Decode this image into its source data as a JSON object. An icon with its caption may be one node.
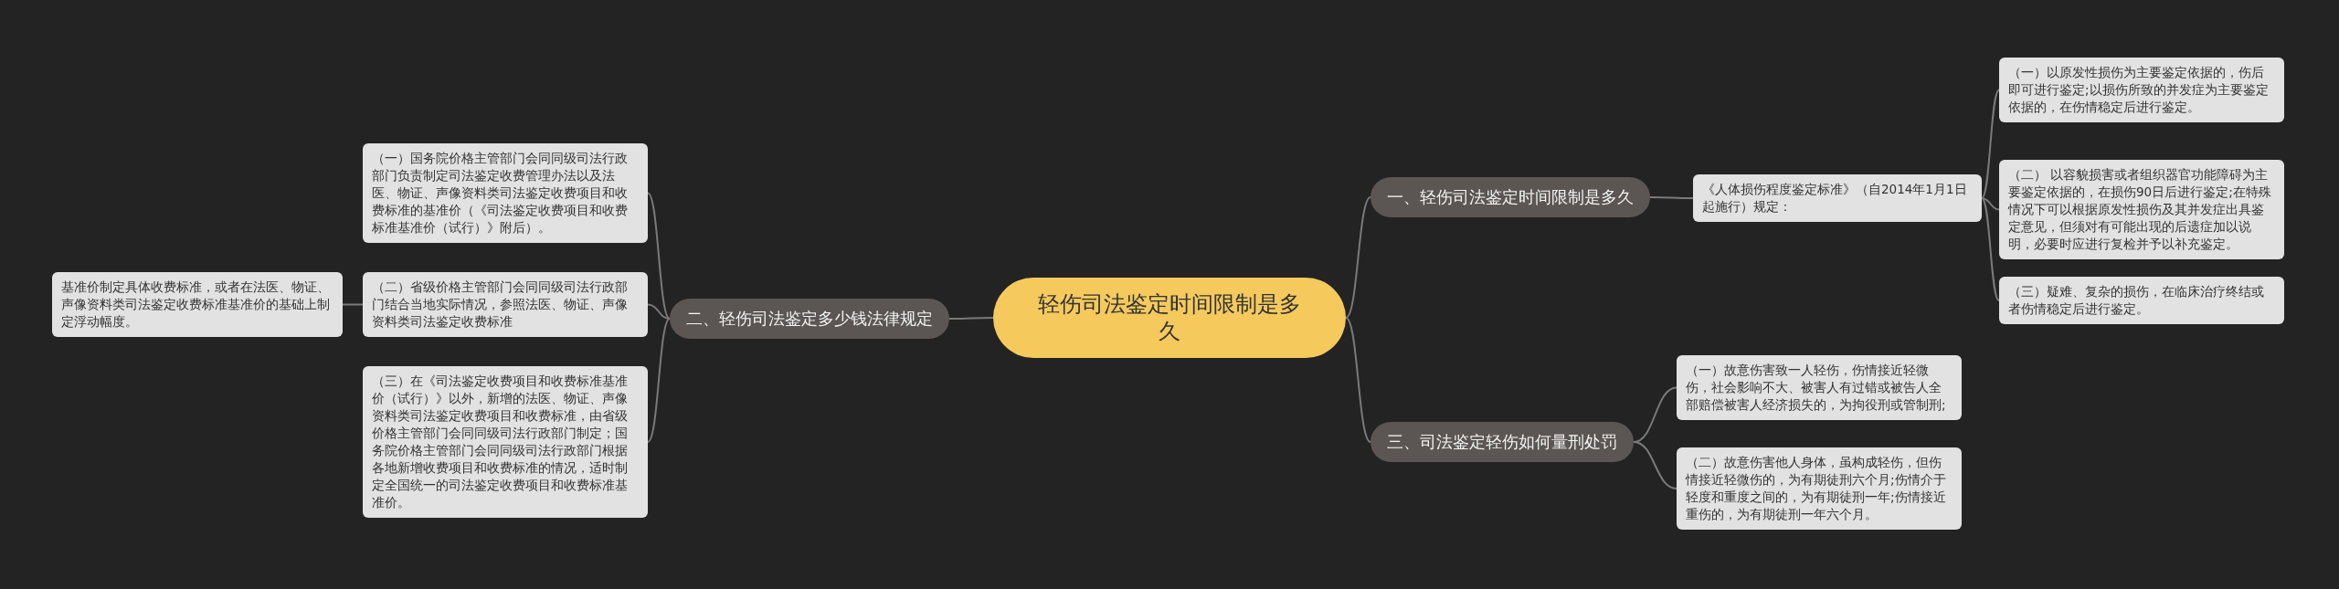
{
  "diagram": {
    "nodes": [
      {
        "text": [
          "轻伤司法鉴定时间限制是多久"
        ]
      },
      {
        "text": [
          "一、轻伤司法鉴定时间限制是多久"
        ]
      },
      {
        "text": [
          "《人体损伤程度鉴定标准》（自2014年1月1日起施行）规定："
        ]
      },
      {
        "text": [
          "（一）以原发性损伤为主要鉴定依据的，伤后即可进行鉴定;以损伤所致的并发症为主要鉴定依据的，在伤情稳定后进行鉴定。"
        ]
      },
      {
        "text": [
          "（二） 以容貌损害或者组织器官功能障碍为主要鉴定依据的，在损伤90日后进行鉴定;在特殊情况下可以根据原发性损伤及其并发症出具鉴定意见，但须对有可能出现的后遗症加以说明，必要时应进行复检并予以补充鉴定。"
        ]
      },
      {
        "text": [
          "（三）疑难、复杂的损伤，在临床治疗终结或者伤情稳定后进行鉴定。"
        ]
      },
      {
        "text": [
          "三、司法鉴定轻伤如何量刑处罚"
        ]
      },
      {
        "text": [
          "（一）故意伤害致一人轻伤，伤情接近轻微伤，社会影响不大、被害人有过错或被告人全部赔偿被害人经济损失的，为拘役刑或管制刑;"
        ]
      },
      {
        "text": [
          "（二）故意伤害他人身体，虽构成轻伤，但伤情接近轻微伤的，为有期徒刑六个月;伤情介于轻度和重度之间的，为有期徒刑一年;伤情接近重伤的，为有期徒刑一年六个月。"
        ]
      },
      {
        "text": [
          "二、轻伤司法鉴定多少钱法律规定"
        ]
      },
      {
        "text": [
          "（一）国务院价格主管部门会同同级司法行政部门负责制定司法鉴定收费管理办法以及法医、物证、声像资料类司法鉴定收费项目和收费标准的基准价（《司法鉴定收费项目和收费标准基准价（试行）》附后）。"
        ]
      },
      {
        "text": [
          "（二）省级价格主管部门会同同级司法行政部门结合当地实际情况，参照法医、物证、声像资料类司法鉴定收费标准"
        ]
      },
      {
        "text": [
          "（三）在《司法鉴定收费项目和收费标准基准价（试行）》以外，新增的法医、物证、声像资料类司法鉴定收费项目和收费标准，由省级价格主管部门会同同级司法行政部门制定；国务院价格主管部门会同同级司法行政部门根据各地新增收费项目和收费标准的情况，适时制定全国统一的司法鉴定收费项目和收费标准基准价。"
        ]
      },
      {
        "text": [
          "基准价制定具体收费标准，或者在法医、物证、声像资料类司法鉴定收费标准基准价的基础上制定浮动幅度。"
        ]
      }
    ],
    "edges": [
      {
        "from": 0,
        "to": 1,
        "arrow": "none"
      },
      {
        "from": 1,
        "to": 2,
        "arrow": "none"
      },
      {
        "from": 2,
        "to": 3,
        "arrow": "none"
      },
      {
        "from": 2,
        "to": 4,
        "arrow": "none"
      },
      {
        "from": 2,
        "to": 5,
        "arrow": "none"
      },
      {
        "from": 0,
        "to": 6,
        "arrow": "none"
      },
      {
        "from": 6,
        "to": 7,
        "arrow": "none"
      },
      {
        "from": 6,
        "to": 8,
        "arrow": "none"
      },
      {
        "from": 0,
        "to": 9,
        "arrow": "none"
      },
      {
        "from": 9,
        "to": 10,
        "arrow": "none"
      },
      {
        "from": 9,
        "to": 11,
        "arrow": "none"
      },
      {
        "from": 9,
        "to": 12,
        "arrow": "none"
      },
      {
        "from": 11,
        "to": 13,
        "arrow": "none"
      }
    ]
  }
}
